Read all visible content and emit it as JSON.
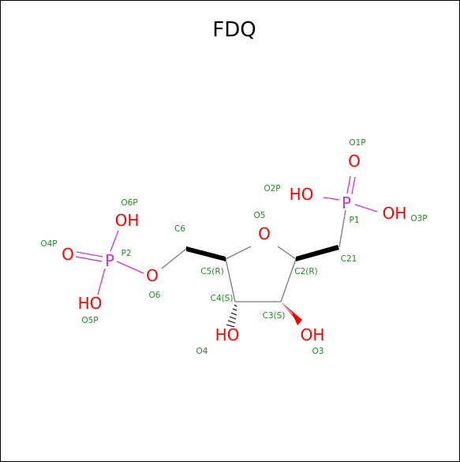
{
  "title": "FDQ",
  "colors": {
    "carbon_bond": "#7a7a7a",
    "oxygen": "#ff0000",
    "phosphorus": "#cc33cc",
    "label": "#228b22"
  },
  "atoms": {
    "o_ring": "O",
    "oh_o2p": "HO",
    "oh_o3p": "OH",
    "p1": "P",
    "o1p_sym": "O",
    "oh_o6p": "OH",
    "o_o4p": "O",
    "p2": "P",
    "o_o6": "O",
    "oh_o5p": "HO",
    "oh_o4": "HO",
    "oh_o3": "OH"
  },
  "labels": {
    "o1p": "O1P",
    "o2p": "O2P",
    "p1": "P1",
    "o3p": "O3P",
    "o5": "O5",
    "c21": "C21",
    "c2": "C2(R)",
    "c5": "C5(R)",
    "c4": "C4(S)",
    "c3": "C3(S)",
    "o4": "O4",
    "o3": "O3",
    "c6": "C6",
    "o6p": "O6P",
    "o4p": "O4P",
    "p2": "P2",
    "o6": "O6",
    "o5p": "O5P"
  }
}
